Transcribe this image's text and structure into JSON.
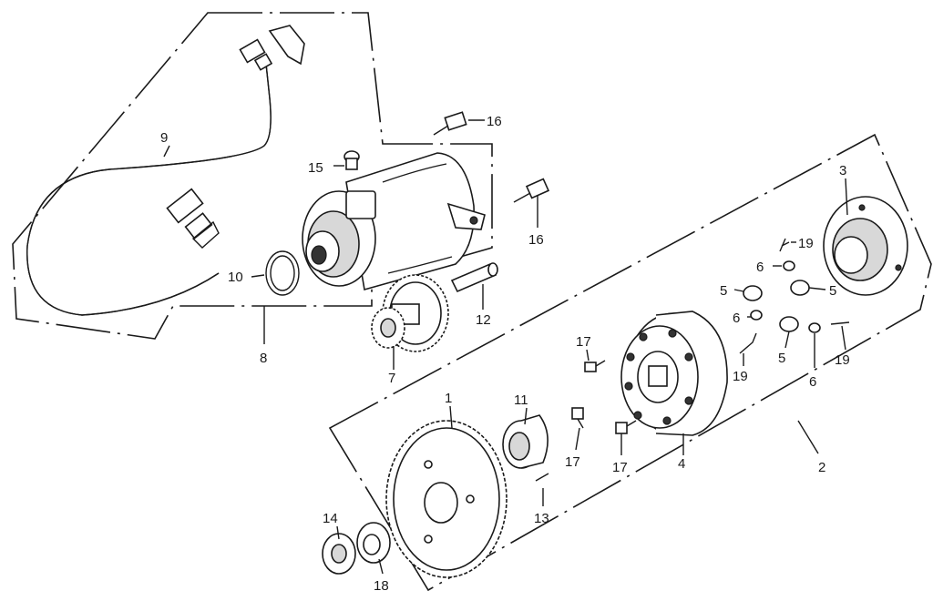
{
  "callouts": {
    "c1": "1",
    "c2": "2",
    "c3": "3",
    "c4": "4",
    "c5a": "5",
    "c5b": "5",
    "c5c": "5",
    "c6a": "6",
    "c6b": "6",
    "c6c": "6",
    "c7": "7",
    "c8": "8",
    "c9": "9",
    "c10": "10",
    "c11": "11",
    "c12": "12",
    "c13": "13",
    "c14": "14",
    "c15": "15",
    "c16a": "16",
    "c16b": "16",
    "c17a": "17",
    "c17b": "17",
    "c17c": "17",
    "c18": "18",
    "c19a": "19",
    "c19b": "19",
    "c19c": "19"
  },
  "colors": {
    "ink": "#1a1a1a",
    "paper": "#ffffff",
    "shade": "#d8d8d8"
  }
}
